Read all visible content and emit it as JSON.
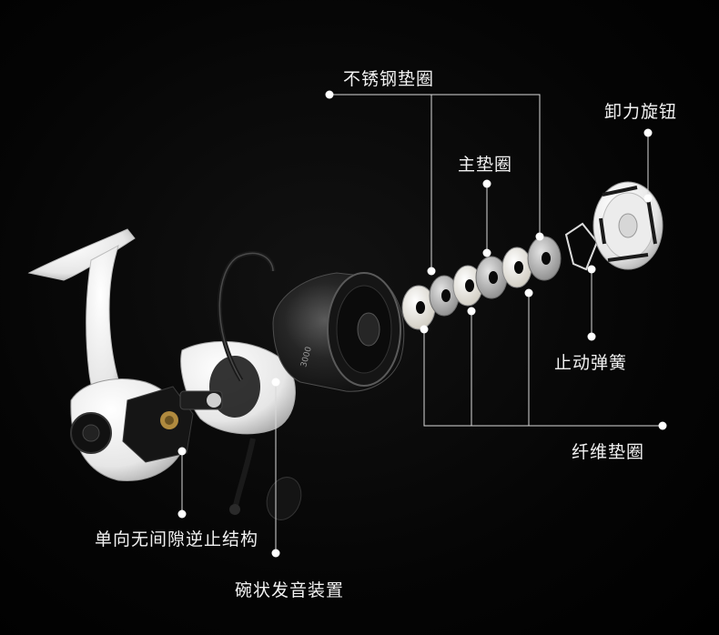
{
  "labels": {
    "stainless_washer": "不锈钢垫圈",
    "drag_knob": "卸力旋钮",
    "main_washer": "主垫圈",
    "stop_spring": "止动弹簧",
    "fiber_washer": "纤维垫圈",
    "anti_reverse": "单向无间隙逆止结构",
    "bowl_clicker": "碗状发音装置"
  },
  "spool_text": "3000",
  "colors": {
    "background": "#000000",
    "leader_line": "#d9d9d9",
    "label_text": "#f2f2f2",
    "reel_white": "#f4f4f4",
    "spool_dark": "#1c1c1c",
    "washer_fiber": "#e8e6df",
    "washer_steel": "#b9b9b9"
  }
}
